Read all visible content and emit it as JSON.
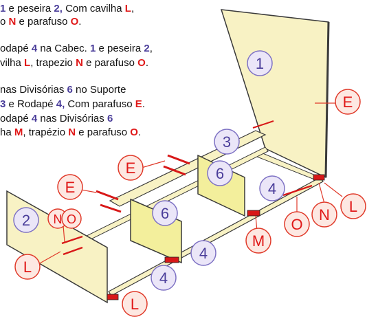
{
  "instructions": [
    [
      {
        "t": "1",
        "c": "p"
      },
      {
        "t": " e peseira ",
        "c": "n"
      },
      {
        "t": "2,",
        "c": "p"
      },
      {
        "t": " Com cavilha ",
        "c": "n"
      },
      {
        "t": "L",
        "c": "r"
      },
      {
        "t": ",",
        "c": "n"
      }
    ],
    [
      {
        "t": "o ",
        "c": "n"
      },
      {
        "t": "N",
        "c": "r"
      },
      {
        "t": " e parafuso ",
        "c": "n"
      },
      {
        "t": "O",
        "c": "r"
      },
      {
        "t": ".",
        "c": "n"
      }
    ],
    [
      {
        "t": "odapé ",
        "c": "n"
      },
      {
        "t": "4",
        "c": "p"
      },
      {
        "t": " na Cabec. ",
        "c": "n"
      },
      {
        "t": "1",
        "c": "p"
      },
      {
        "t": " e peseira ",
        "c": "n"
      },
      {
        "t": "2",
        "c": "p"
      },
      {
        "t": ",",
        "c": "n"
      }
    ],
    [
      {
        "t": "vilha ",
        "c": "n"
      },
      {
        "t": "L",
        "c": "r"
      },
      {
        "t": ", trapezio ",
        "c": "n"
      },
      {
        "t": "N",
        "c": "r"
      },
      {
        "t": " e parafuso ",
        "c": "n"
      },
      {
        "t": "O",
        "c": "r"
      },
      {
        "t": ".",
        "c": "n"
      }
    ],
    [
      {
        "t": "nas Divisórias ",
        "c": "n"
      },
      {
        "t": "6",
        "c": "p"
      },
      {
        "t": " no Suporte",
        "c": "n"
      }
    ],
    [
      {
        "t": "3",
        "c": "p"
      },
      {
        "t": " e Rodapé ",
        "c": "n"
      },
      {
        "t": "4,",
        "c": "p"
      },
      {
        "t": " Com parafuso ",
        "c": "n"
      },
      {
        "t": "E",
        "c": "r"
      },
      {
        "t": ".",
        "c": "n"
      }
    ],
    [
      {
        "t": "odapé ",
        "c": "n"
      },
      {
        "t": "4",
        "c": "p"
      },
      {
        "t": " nas Divisórias ",
        "c": "n"
      },
      {
        "t": "6",
        "c": "p"
      }
    ],
    [
      {
        "t": "ha ",
        "c": "n"
      },
      {
        "t": "M",
        "c": "r"
      },
      {
        "t": ", trapézio ",
        "c": "n"
      },
      {
        "t": "N",
        "c": "r"
      },
      {
        "t": " e parafuso ",
        "c": "n"
      },
      {
        "t": "O",
        "c": "r"
      },
      {
        "t": ".",
        "c": "n"
      }
    ]
  ],
  "part_labels": [
    "1",
    "2",
    "3",
    "4",
    "4",
    "4",
    "6",
    "6"
  ],
  "hardware_labels": [
    "E",
    "E",
    "E",
    "L",
    "L",
    "L",
    "N",
    "N",
    "O",
    "O",
    "M"
  ],
  "colors": {
    "part_number": "#4a3d9a",
    "hardware_letter": "#e01818",
    "part_circle_fill": "#ebe6f8",
    "part_circle_stroke": "#7e72c4",
    "hardware_circle_fill": "#fde8e2",
    "hardware_circle_stroke": "#e03a2a",
    "panel_fill": "#f8f2c4",
    "divider_fill": "#f3ef9c",
    "panel_stroke": "#3a3a3a"
  }
}
